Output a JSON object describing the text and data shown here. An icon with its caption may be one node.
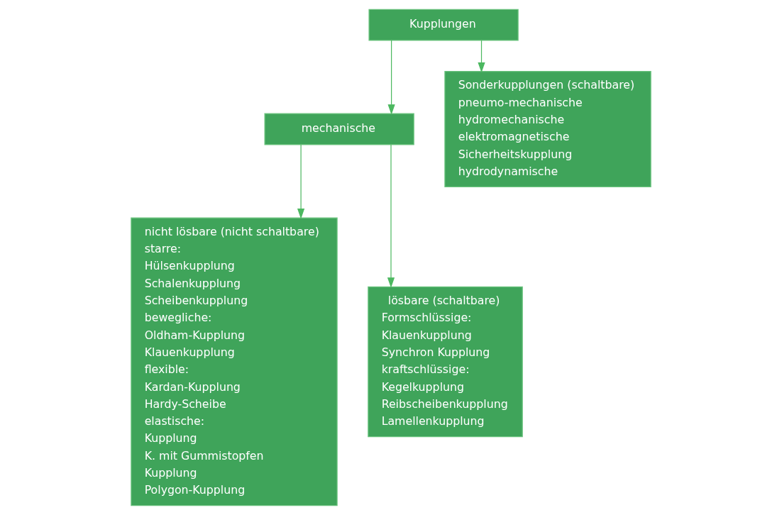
{
  "diagram": {
    "nodes": [
      {
        "text": [
          "Kupplungen"
        ]
      },
      {
        "text": [
          "mechanische"
        ]
      },
      {
        "text": [
          "nicht lösbare (nicht schaltbare)",
          "starre:",
          "Hülsenkupplung",
          "Schalenkupplung",
          "Scheibenkupplung",
          "bewegliche:",
          "Oldham-Kupplung",
          "Klauenkupplung",
          "flexible:",
          "Kardan-Kupplung",
          "Hardy-Scheibe",
          "elastische:",
          "Kupplung",
          "K. mit Gummistopfen",
          "Kupplung",
          "Polygon-Kupplung"
        ]
      },
      {
        "text": [
          "lösbare (schaltbare)",
          "Formschlüssige:",
          "Klauenkupplung",
          "Synchron Kupplung",
          "kraftschlüssige:",
          "Kegelkupplung",
          "Reibscheibenkupplung",
          "Lamellenkupplung"
        ]
      },
      {
        "text": [
          "Sonderkupplungen (schaltbare)",
          "pneumo-mechanische",
          "hydromechanische",
          "elektromagnetische",
          "Sicherheitskupplung",
          "hydrodynamische"
        ]
      }
    ],
    "edges": [
      {
        "from": 0,
        "to": 1,
        "arrow": "to"
      },
      {
        "from": 0,
        "to": 4,
        "arrow": "to"
      },
      {
        "from": 1,
        "to": 2,
        "arrow": "to"
      },
      {
        "from": 1,
        "to": 3,
        "arrow": "to"
      }
    ]
  }
}
